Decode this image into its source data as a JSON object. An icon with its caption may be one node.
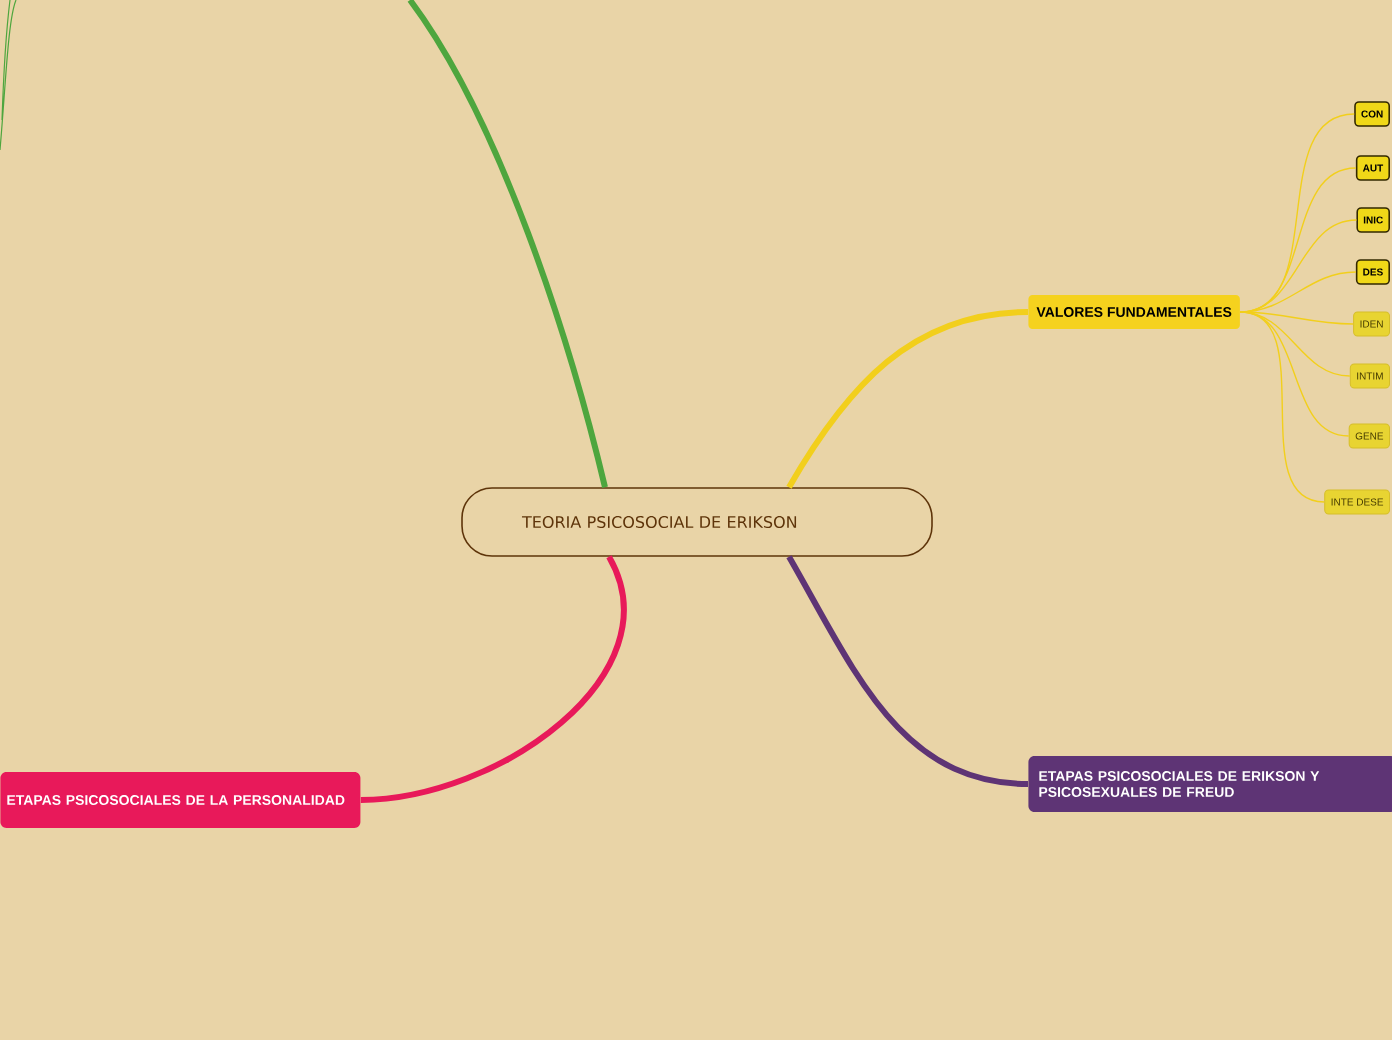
{
  "diagram": {
    "nodes": [
      {
        "text": [
          "TEORIA PSICOSOCIAL DE ERIKSON"
        ]
      },
      {
        "text": [
          "VALORES FUNDAMENTALES"
        ]
      },
      {
        "text": [
          "CON"
        ]
      },
      {
        "text": [
          "AUT"
        ]
      },
      {
        "text": [
          "INIC"
        ]
      },
      {
        "text": [
          "DES"
        ]
      },
      {
        "text": [
          "IDEN"
        ]
      },
      {
        "text": [
          "INTIM"
        ]
      },
      {
        "text": [
          "GENE"
        ]
      },
      {
        "text": [
          "INTE DESE"
        ]
      },
      {
        "text": [
          "ETAPAS PSICOSOCIALES DE LA PERSONALIDAD"
        ]
      },
      {
        "text": [
          "ETAPAS PSICOSOCIALES DE ERIKSON Y PSICOSEXUALES DE FREUD"
        ]
      }
    ],
    "edges": [
      {
        "from": 0,
        "to": 1,
        "arrow": "none",
        "style": "thick",
        "color": "#f2cf1c"
      },
      {
        "from": 1,
        "to": 2,
        "arrow": "none",
        "color": "#f2cf1c"
      },
      {
        "from": 1,
        "to": 3,
        "arrow": "none",
        "color": "#f2cf1c"
      },
      {
        "from": 1,
        "to": 4,
        "arrow": "none",
        "color": "#f2cf1c"
      },
      {
        "from": 1,
        "to": 5,
        "arrow": "none",
        "color": "#f2cf1c"
      },
      {
        "from": 1,
        "to": 6,
        "arrow": "none",
        "color": "#f2cf1c"
      },
      {
        "from": 1,
        "to": 7,
        "arrow": "none",
        "color": "#f2cf1c"
      },
      {
        "from": 1,
        "to": 8,
        "arrow": "none",
        "color": "#f2cf1c"
      },
      {
        "from": 1,
        "to": 9,
        "arrow": "none",
        "color": "#f2cf1c"
      },
      {
        "from": 0,
        "to": 10,
        "arrow": "none",
        "style": "thick",
        "color": "#e8195a"
      },
      {
        "from": 0,
        "to": 11,
        "arrow": "none",
        "style": "thick",
        "color": "#5e3475"
      },
      {
        "from": 0,
        "to": null,
        "arrow": "none",
        "style": "thick",
        "color": "#4ea63e"
      }
    ]
  }
}
